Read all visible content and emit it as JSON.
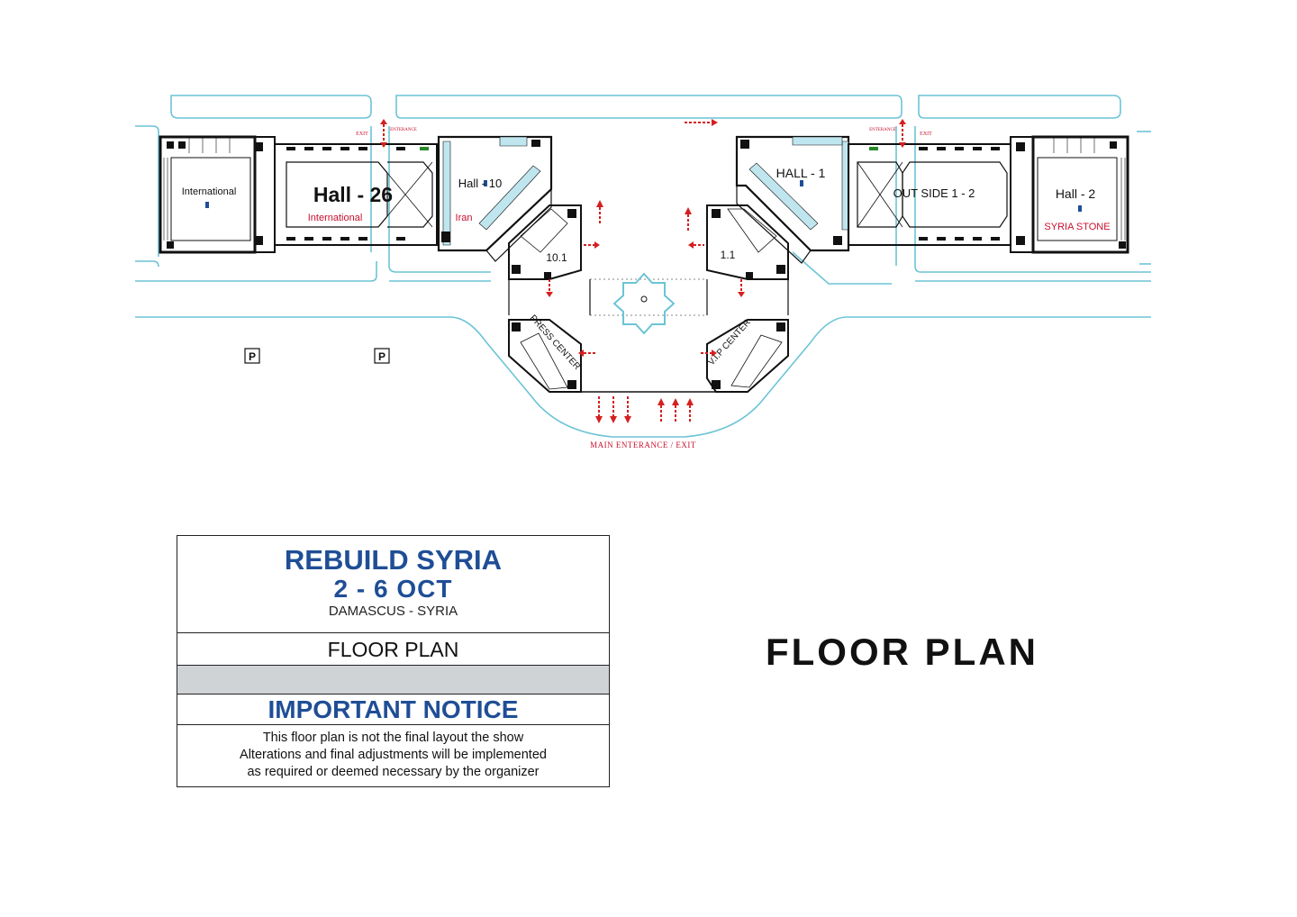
{
  "plan": {
    "halls": {
      "international": "International",
      "hall26": "Hall - 26",
      "hall26_sub": "International",
      "hall10": "Hall - 10",
      "hall10_sub": "Iran",
      "hall1": "HALL - 1",
      "outside12": "OUT SIDE 1 - 2",
      "hall2": "Hall - 2",
      "hall2_sub": "SYRIA STONE"
    },
    "pavilions": {
      "p101": "10.1",
      "p11": "1.1",
      "press": "PRESS CENTER",
      "vip": "V.I.P CENTER"
    },
    "signs": {
      "exit_left": "EXIT",
      "entrance_left": "ENTERANCE",
      "entrance_right": "ENTERANCE",
      "exit_right": "EXIT",
      "main_entrance": "MAIN ENTERANCE / EXIT",
      "parking1": "P",
      "parking2": "P"
    }
  },
  "info": {
    "event": "REBUILD SYRIA",
    "dates": "2 - 6    OCT",
    "location": "DAMASCUS - SYRIA",
    "section": "FLOOR PLAN",
    "notice_title": "IMPORTANT NOTICE",
    "notice_line1": "This floor plan is not the final layout the show",
    "notice_line2": "Alterations and final adjustments will be implemented",
    "notice_line3": "as required or deemed necessary by the organizer"
  },
  "page_title": "FLOOR PLAN",
  "colors": {
    "wall": "#111111",
    "road": "#6cc4d6",
    "stand_fill": "#bfe6ef",
    "arrow": "#d51f1f",
    "title_blue": "#1f4e96",
    "notice_bar": "#d0d3d6"
  }
}
